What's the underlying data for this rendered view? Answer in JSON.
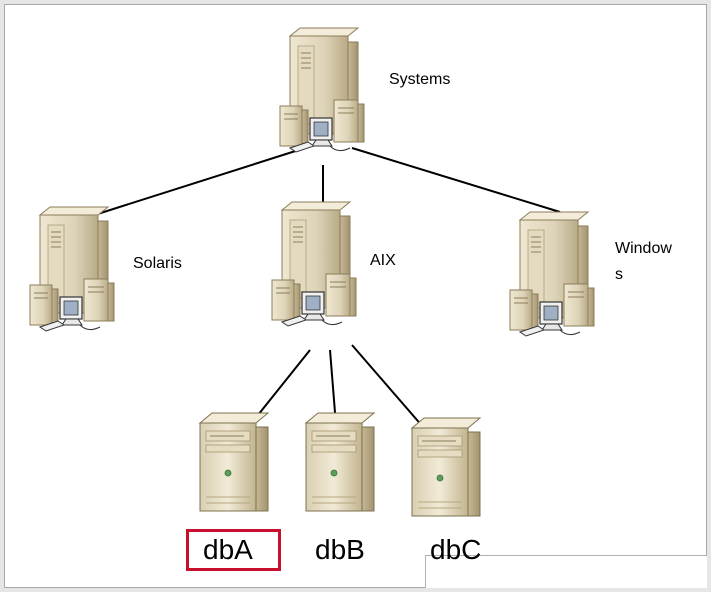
{
  "labels": {
    "root": "Systems",
    "solaris": "Solaris",
    "aix": "AIX",
    "windows_line1": "Window",
    "windows_line2": "s",
    "dba": "dbA",
    "dbb": "dbB",
    "dbc": "dbC"
  },
  "colors": {
    "selection": "#c8102e",
    "server_body": "#ddd3b8",
    "server_dark": "#b9ab86",
    "connector": "#000000"
  },
  "selected_node": "dbA"
}
